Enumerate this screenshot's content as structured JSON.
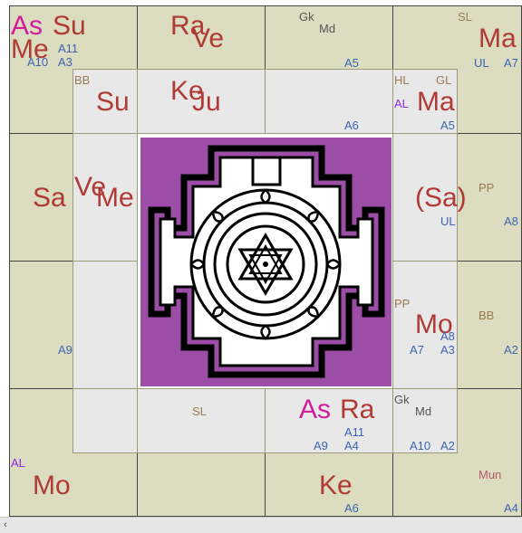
{
  "chart": {
    "houses": {
      "h1": {
        "planets": [
          "As",
          "Su",
          "Me"
        ],
        "codes": [
          "A11",
          "A10",
          "A3"
        ]
      },
      "h2": {
        "planets": [
          "Ra",
          "Ve"
        ],
        "codes": []
      },
      "h3": {
        "codes": [
          "Gk",
          "Md",
          "A5"
        ]
      },
      "h4": {
        "planets": [
          "Ma"
        ],
        "codes": [
          "SL",
          "UL",
          "A7"
        ]
      },
      "h5": {
        "planets": [
          "Su"
        ],
        "codes": [
          "BB"
        ]
      },
      "h6": {
        "planets": [
          "Ke",
          "Ju"
        ],
        "codes": []
      },
      "h7": {
        "codes": [
          "A6"
        ]
      },
      "h8": {
        "planets": [
          "Ma"
        ],
        "codes": [
          "HL",
          "GL",
          "AL",
          "A5"
        ]
      },
      "h9": {
        "planets": [
          "Sa"
        ],
        "codes": []
      },
      "h10": {
        "planets": [
          "Ve",
          "Me"
        ],
        "codes": []
      },
      "h11": {
        "planets": [
          "(Sa)"
        ],
        "codes": [
          "UL"
        ]
      },
      "h12": {
        "codes": [
          "PP",
          "A8"
        ]
      },
      "h13": {
        "codes": [
          "A9"
        ]
      },
      "h14": {
        "planets": [
          "Mo"
        ],
        "codes": [
          "PP",
          "A8",
          "A7",
          "A3"
        ]
      },
      "h15": {
        "codes": [
          "BB",
          "A2"
        ]
      },
      "h16": {
        "codes": [
          "SL"
        ]
      },
      "h17": {
        "planets": [
          "As",
          "Ra"
        ],
        "codes": [
          "A11",
          "A9",
          "A4"
        ]
      },
      "h18": {
        "codes": [
          "Gk",
          "Md",
          "A10",
          "A2"
        ]
      },
      "h19": {
        "planets": [
          "Mo"
        ],
        "codes": [
          "AL"
        ]
      },
      "h20": {
        "planets": [
          "Ke"
        ],
        "codes": [
          "A6"
        ]
      },
      "h21": {
        "codes": [
          "Mun",
          "A4"
        ]
      }
    }
  },
  "colors": {
    "planet": "#b03a34",
    "ascendant": "#d21d9a",
    "special": "#3b64b4",
    "upagraha": "#9b7a52",
    "yantra_bg": "#9c4ea6"
  },
  "icons": {
    "yantra": "sri-yantra-icon",
    "scroll_left": "chevron-left-icon"
  }
}
